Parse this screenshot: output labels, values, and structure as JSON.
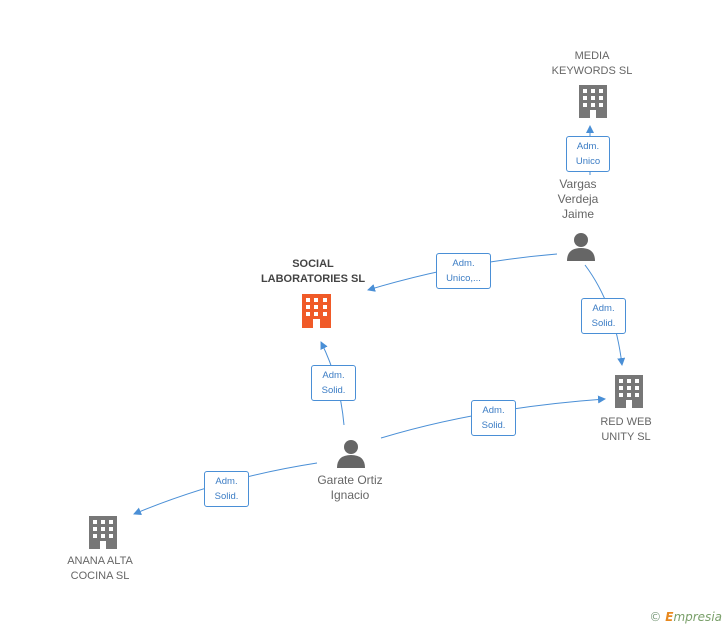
{
  "nodes": {
    "media": {
      "lines": [
        "MEDIA",
        "KEYWORDS SL"
      ],
      "type": "company"
    },
    "social": {
      "lines": [
        "SOCIAL",
        "LABORATORIES SL"
      ],
      "type": "company-main"
    },
    "redweb": {
      "lines": [
        "RED WEB",
        "UNITY SL"
      ],
      "type": "company"
    },
    "anana": {
      "lines": [
        "ANANA ALTA",
        "COCINA SL"
      ],
      "type": "company"
    },
    "vargas": {
      "lines": [
        "Vargas",
        "Verdeja",
        "Jaime"
      ],
      "type": "person"
    },
    "garate": {
      "lines": [
        "Garate Ortiz",
        "Ignacio"
      ],
      "type": "person"
    }
  },
  "edges": {
    "vargas_media": [
      "Adm.",
      "Unico"
    ],
    "vargas_social": [
      "Adm.",
      "Unico,..."
    ],
    "vargas_redweb": [
      "Adm.",
      "Solid."
    ],
    "garate_social": [
      "Adm.",
      "Solid."
    ],
    "garate_redweb": [
      "Adm.",
      "Solid."
    ],
    "garate_anana": [
      "Adm.",
      "Solid."
    ]
  },
  "footer": {
    "copyright": "©",
    "brand_first": "E",
    "brand_rest": "mpresia"
  },
  "colors": {
    "edge": "#4a8fd6",
    "company": "#777777",
    "main_company": "#f05a28",
    "person": "#666666"
  }
}
